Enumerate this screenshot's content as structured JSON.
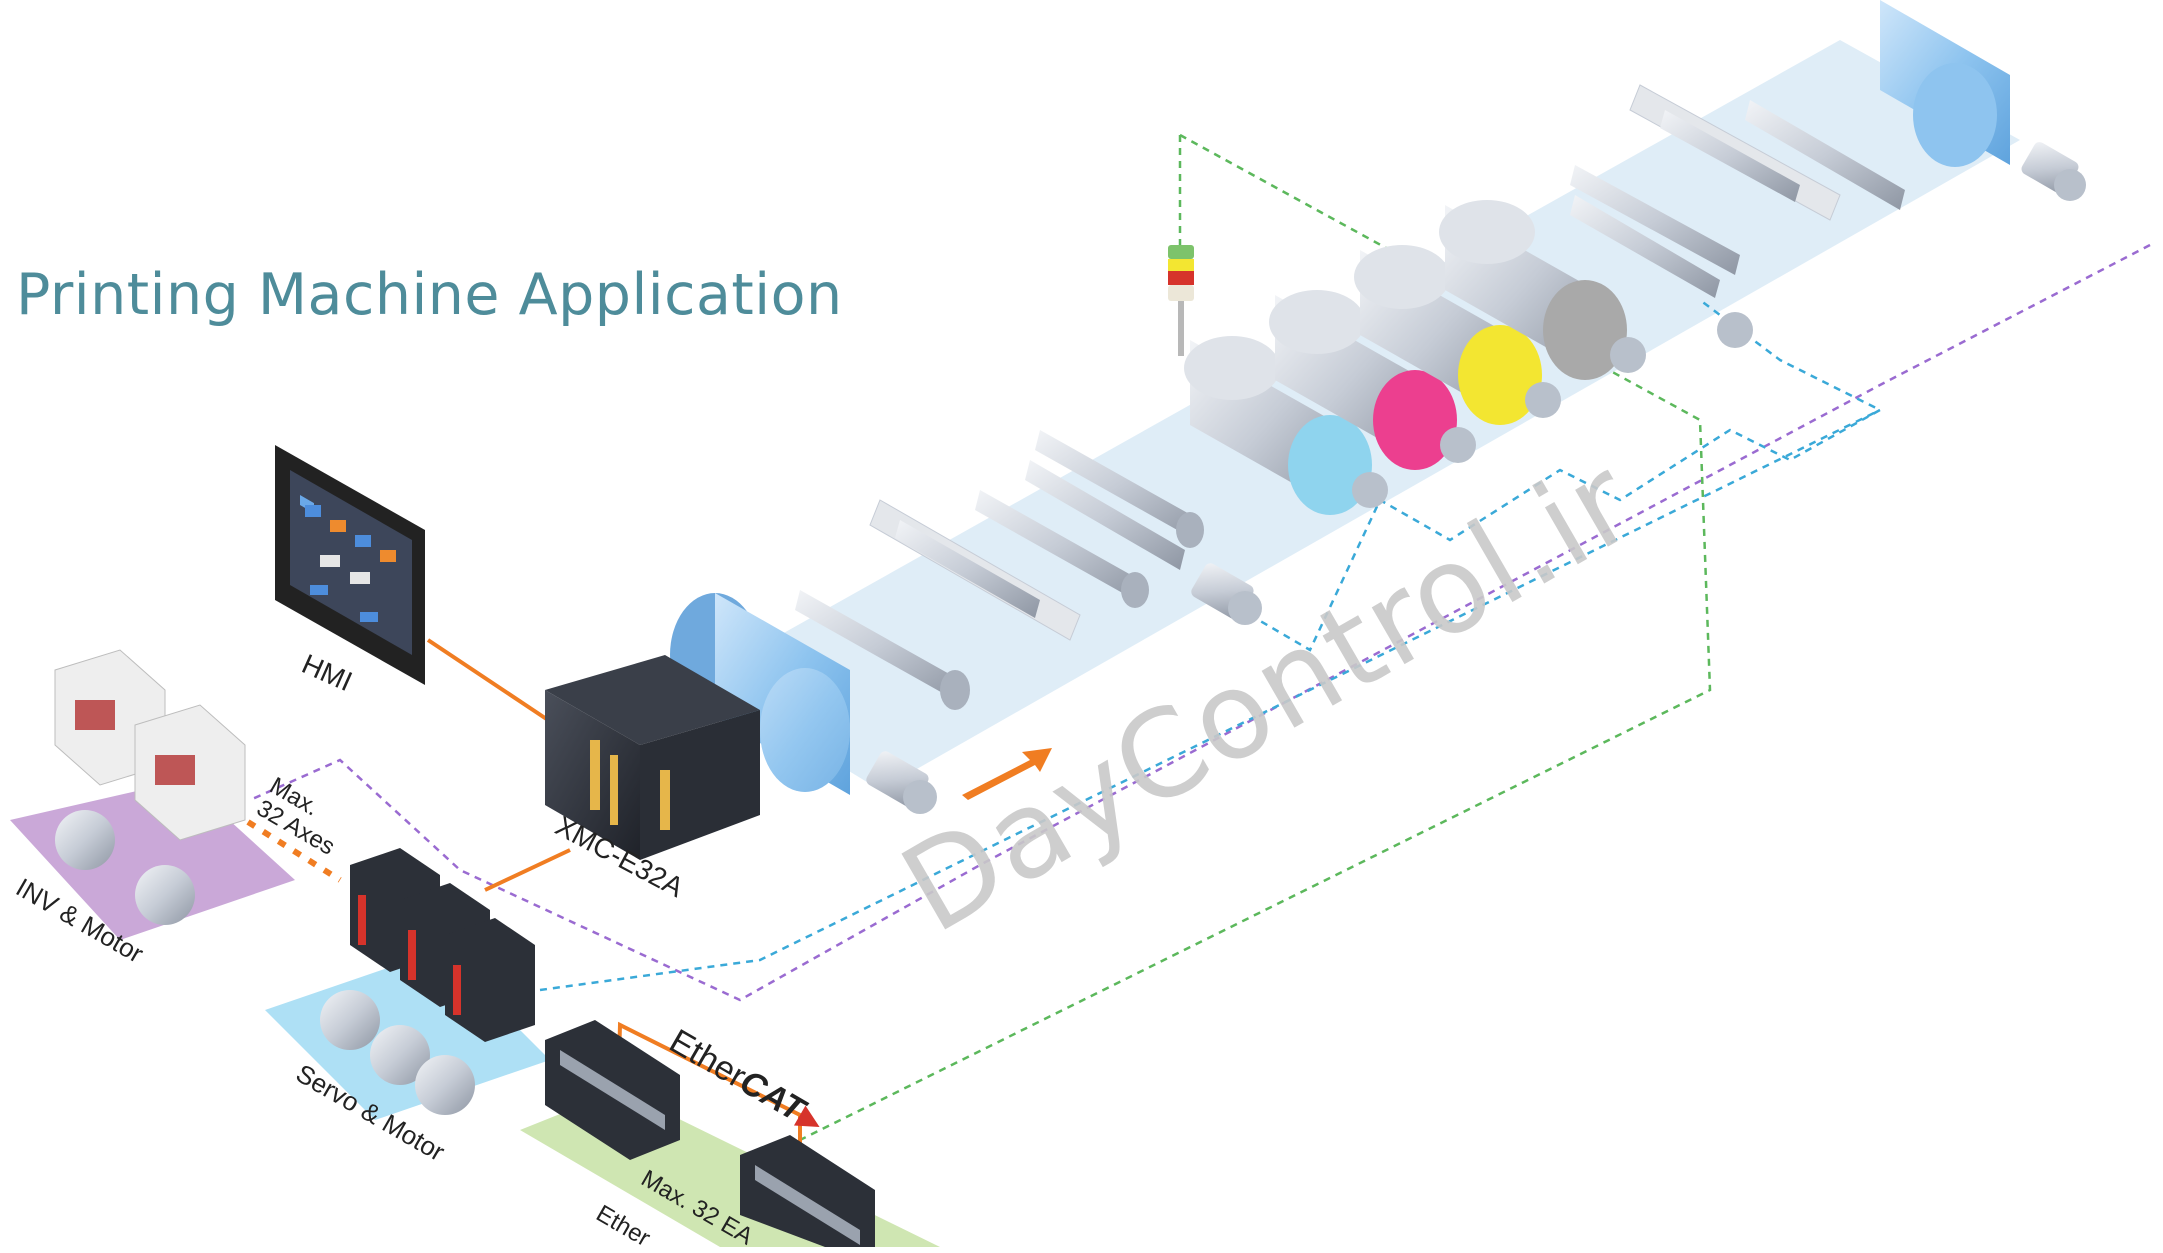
{
  "title": "Printing Machine Application",
  "watermark": "DayControl.ir",
  "labels": {
    "hmi": "HMI",
    "controller": "XMC-E32A",
    "inverter": "INV & Motor",
    "servo": "Servo & Motor",
    "max_axes_1": "Max.",
    "max_axes_2": "32 Axes",
    "max_ea": "Max. 32 EA",
    "ethercat_io": "Ether",
    "ethercat_logo_1": "Ether",
    "ethercat_logo_2": "CAT"
  },
  "colors": {
    "title": "#4e8c9a",
    "orange_link": "#f07d22",
    "purple_dash": "#9a6bd1",
    "cyan_dash": "#3aa9d8",
    "green_dash": "#5cb85c",
    "web": "#b9d6ee",
    "roller_blue": "#8dc4ef",
    "ink_cyan": "#8fd4ee",
    "ink_magenta": "#ec3f8f",
    "ink_yellow": "#f3e631",
    "ink_gray": "#a9a9a9",
    "inv_pad": "#caa8d8",
    "servo_pad": "#aee0f5",
    "io_pad": "#cfe6b2"
  },
  "icons": [
    "tower-light-icon",
    "direction-arrow-icon",
    "hmi-panel-icon",
    "controller-icon",
    "inverter-icon",
    "servo-drive-icon",
    "motor-icon",
    "ethercat-io-icon"
  ]
}
